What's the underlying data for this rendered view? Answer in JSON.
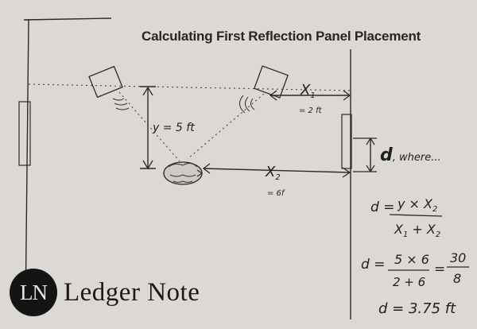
{
  "header": {
    "title": "Calculating First Reflection Panel Placement"
  },
  "diagram": {
    "y_label": "y = 5 ft",
    "x1_label": "X",
    "x1_sub": "1",
    "x1_value": "= 2 ft",
    "x2_label": "X",
    "x2_sub": "2",
    "x2_value": "= 6f",
    "d_label": "d",
    "d_where": ", where...",
    "formula": {
      "lhs": "d =",
      "numerator": "y × X",
      "numerator_sub": "2",
      "denominator_a": "X",
      "denominator_a_sub": "1",
      "denominator_plus": " + X",
      "denominator_b_sub": "2"
    },
    "substitution": {
      "lhs": "d =",
      "numerator": "5 × 6",
      "denominator": "2 + 6",
      "equals": "=",
      "result_numerator": "30",
      "result_denominator": "8"
    },
    "result": "d = 3.75 ft"
  },
  "logo": {
    "mark": "LN",
    "text": "Ledger Note"
  }
}
